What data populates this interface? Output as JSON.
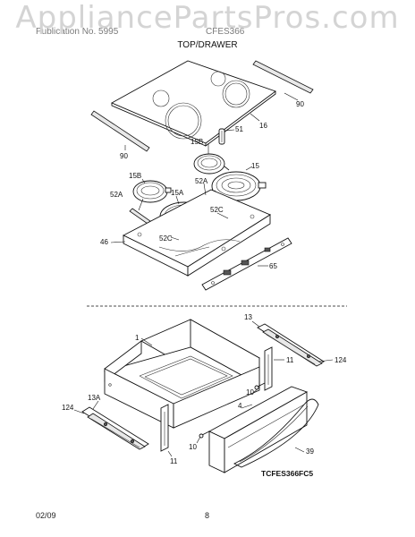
{
  "watermark": "AppliancePartsPros.com",
  "header": {
    "left": "Publication No. 5995",
    "right": "CFES366"
  },
  "diagram_title": "TOP/DRAWER",
  "footer": {
    "date": "02/09",
    "page_number": "8"
  },
  "model_code": "TCFES366FC5",
  "labels": {
    "p90_right": "90",
    "p16": "16",
    "p51": "51",
    "p90_left": "90",
    "p15b_top": "15B",
    "p15": "15",
    "p15b_left": "15B",
    "p52a_top": "52A",
    "p52a_left": "52A",
    "p15a": "15A",
    "p52c_right": "52C",
    "p52c_left": "52C",
    "p46": "46",
    "p65": "65",
    "p13_top": "13",
    "p1": "1",
    "p11_right": "11",
    "p124_right": "124",
    "p10_right": "10",
    "p4": "4",
    "p13a": "13A",
    "p124_left": "124",
    "p10_bottom": "10",
    "p39": "39",
    "p11_bottom": "11"
  }
}
